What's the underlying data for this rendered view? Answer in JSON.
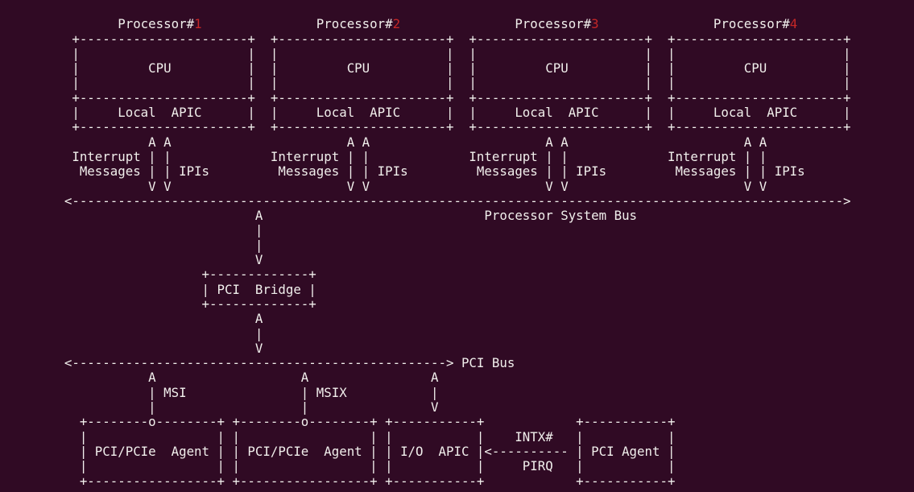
{
  "terminal": {
    "background": "#300a24",
    "foreground": "#f1efec",
    "highlight": "#c52727"
  },
  "semantics": {
    "processors": [
      "Processor#1",
      "Processor#2",
      "Processor#3",
      "Processor#4"
    ],
    "processor_parts": [
      "CPU",
      "Local  APIC"
    ],
    "interrupt_labels": [
      "Interrupt",
      "Messages",
      "IPIs"
    ],
    "buses": [
      "Processor System Bus",
      "PCI Bus"
    ],
    "bridge": "PCI  Bridge",
    "pci_devices": [
      "PCI/PCIe  Agent",
      "PCI/PCIe  Agent",
      "I/O  APIC",
      "PCI Agent"
    ],
    "signals": [
      "MSI",
      "MSIX",
      "INTX#",
      "PIRQ"
    ]
  },
  "diagram": {
    "highlight_rule": "digit after Processor#",
    "lines": [
      "",
      "               Processor#1               Processor#2               Processor#3               Processor#4",
      "         +----------------------+  +----------------------+  +----------------------+  +----------------------+",
      "         |                      |  |                      |  |                      |  |                      |",
      "         |         CPU          |  |         CPU          |  |         CPU          |  |         CPU          |",
      "         |                      |  |                      |  |                      |  |                      |",
      "         +----------------------+  +----------------------+  +----------------------+  +----------------------+",
      "         |     Local  APIC      |  |     Local  APIC      |  |     Local  APIC      |  |     Local  APIC      |",
      "         +----------------------+  +----------------------+  +----------------------+  +----------------------+",
      "                   A A                       A A                       A A                       A A",
      "         Interrupt | |             Interrupt | |             Interrupt | |             Interrupt | |",
      "          Messages | | IPIs         Messages | | IPIs         Messages | | IPIs         Messages | | IPIs",
      "                   V V                       V V                       V V                       V V",
      "        <----------------------------------------------------------------------------------------------------->",
      "                                 A                             Processor System Bus",
      "                                 |",
      "                                 |",
      "                                 V",
      "                          +-------------+",
      "                          | PCI  Bridge |",
      "                          +-------------+",
      "                                 A",
      "                                 |",
      "                                 V",
      "        <-------------------------------------------------> PCI Bus",
      "                   A                   A                A",
      "                   | MSI               | MSIX           |",
      "                   |                   |                V",
      "          +--------o--------+ +--------o--------+ +-----------+            +-----------+",
      "          |                 | |                 | |           |    INTX#   |           |",
      "          | PCI/PCIe  Agent | | PCI/PCIe  Agent | | I/O  APIC |<---------- | PCI Agent |",
      "          |                 | |                 | |           |     PIRQ   |           |",
      "          +-----------------+ +-----------------+ +-----------+            +-----------+"
    ]
  }
}
